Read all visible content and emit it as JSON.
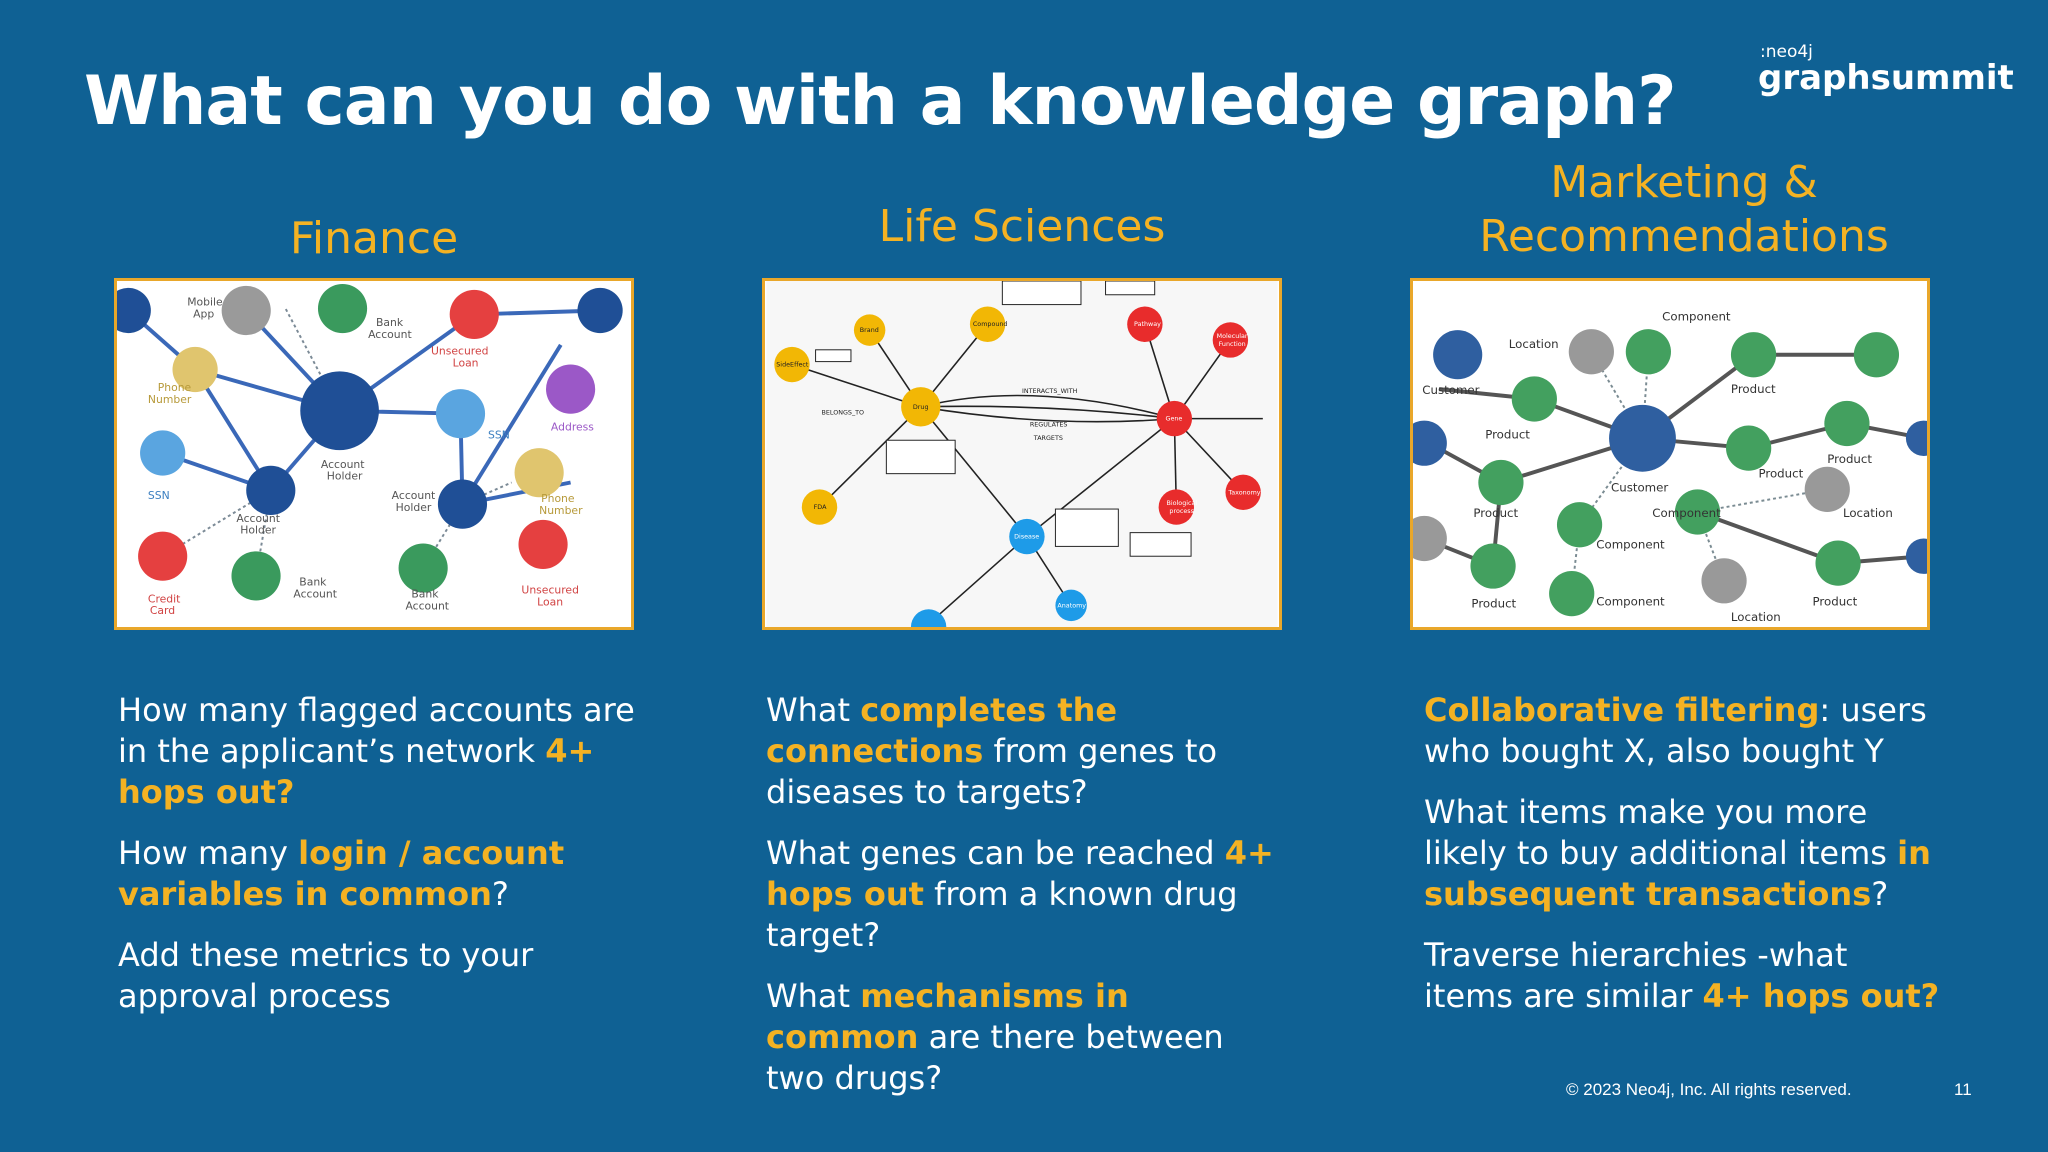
{
  "slide": {
    "title": "What can you do with a knowledge graph?",
    "logo": {
      "small": ":neo4j",
      "big": "graphsummit"
    },
    "footer": "© 2023 Neo4j, Inc. All rights reserved.",
    "page_number": "11"
  },
  "colors": {
    "background": "#0f6194",
    "accent": "#f4b223",
    "text": "#ffffff"
  },
  "columns": [
    {
      "title": "Finance",
      "graph_labels": [
        "Mobile App",
        "Bank Account",
        "Unsecured Loan",
        "Account Holder",
        "Phone Number",
        "SSN",
        "Address",
        "Account Holder",
        "Account Holder",
        "SSN",
        "Phone Number",
        "Credit Card",
        "Bank Account",
        "Bank Account",
        "Unsecured Loan"
      ],
      "questions": [
        [
          {
            "t": "How many flagged accounts are in the applicant’s network ",
            "h": false
          },
          {
            "t": "4+ hops out?",
            "h": true
          }
        ],
        [
          {
            "t": "How many ",
            "h": false
          },
          {
            "t": "login / account variables in common",
            "h": true
          },
          {
            "t": "?",
            "h": false
          }
        ],
        [
          {
            "t": "Add these metrics to your approval process",
            "h": false
          }
        ]
      ]
    },
    {
      "title": "Life Sciences",
      "graph_labels": [
        "Brand",
        "Compound",
        "Pathway",
        "Molecular Function",
        "SideEffect",
        "Drug",
        "Gene",
        "FDA",
        "Disease",
        "Biological process",
        "Taxonomy",
        "Anatomy"
      ],
      "questions": [
        [
          {
            "t": "What ",
            "h": false
          },
          {
            "t": "completes the connections",
            "h": true
          },
          {
            "t": " from genes to diseases to targets?",
            "h": false
          }
        ],
        [
          {
            "t": "What genes can be reached ",
            "h": false
          },
          {
            "t": "4+ hops out",
            "h": true
          },
          {
            "t": " from a known drug target?",
            "h": false
          }
        ],
        [
          {
            "t": "What ",
            "h": false
          },
          {
            "t": "mechanisms in common",
            "h": true
          },
          {
            "t": " are there between two drugs?",
            "h": false
          }
        ]
      ]
    },
    {
      "title": "Marketing & Recommendations",
      "graph_labels": [
        "Customer",
        "Location",
        "Component",
        "Product",
        "Product",
        "Customer",
        "Product",
        "Component",
        "Product",
        "Location",
        "Component",
        "Product",
        "Component",
        "Location",
        "Product"
      ],
      "questions": [
        [
          {
            "t": "Collaborative filtering",
            "h": true
          },
          {
            "t": ": users who bought X, also bought Y",
            "h": false
          }
        ],
        [
          {
            "t": "What items make you more likely to buy additional items ",
            "h": false
          },
          {
            "t": "in subsequent transactions",
            "h": true
          },
          {
            "t": "?",
            "h": false
          }
        ],
        [
          {
            "t": "Traverse hierarchies -what items are similar ",
            "h": false
          },
          {
            "t": "4+ hops out?",
            "h": true
          }
        ]
      ]
    }
  ]
}
